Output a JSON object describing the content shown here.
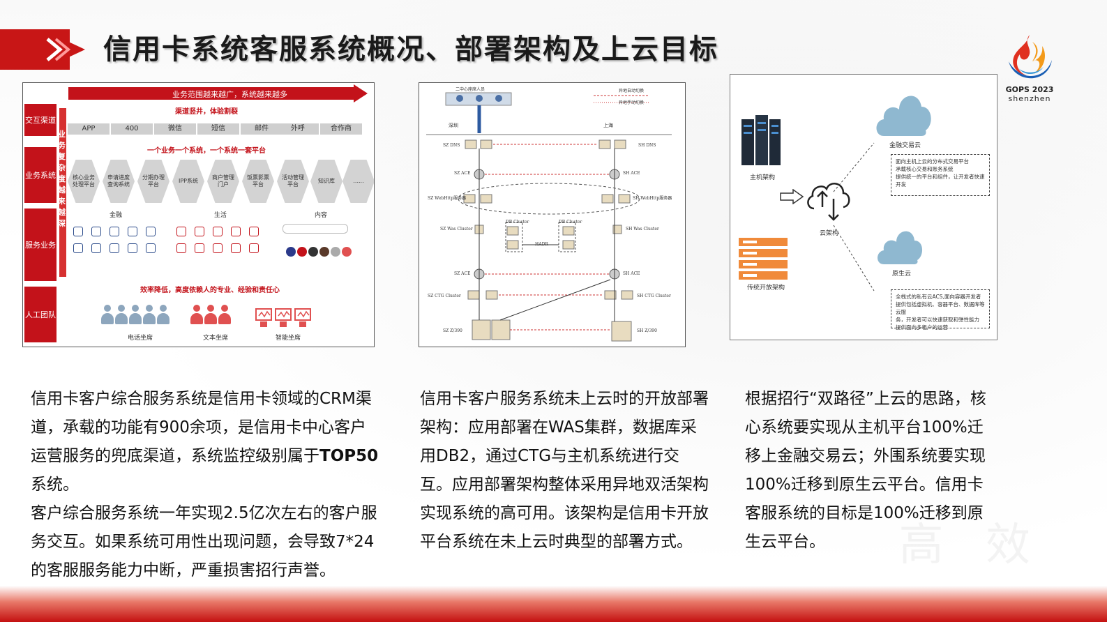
{
  "header": {
    "title": "信用卡系统客服系统概况、部署架构及上云目标"
  },
  "logo": {
    "event": "GOPS 2023",
    "city": "shenzhen"
  },
  "panel1": {
    "top_arrow": "业务范围越来越广，系统越来越多",
    "side_labels": [
      "交互渠道",
      "业务系统",
      "服务业务",
      "人工团队"
    ],
    "vertical_arrow": "业务复杂度越来越深",
    "channel_heading": "渠道竖井，体验割裂",
    "channels": [
      "APP",
      "400",
      "微信",
      "短信",
      "邮件",
      "外呼",
      "合作商"
    ],
    "system_heading": "一个业务一个系统，一个系统一套平台",
    "systems": [
      "核心业务处理平台",
      "申请进度查询系统",
      "分期办理平台",
      "IPP系统",
      "商户管理门户",
      "饭票影票平台",
      "活动管理平台",
      "知识库",
      "......"
    ],
    "groups": [
      "金融",
      "生活",
      "内容"
    ],
    "team_heading": "效率降低，高度依赖人的专业、经验和责任心",
    "teams": [
      "电话坐席",
      "文本坐席",
      "智能坐席"
    ]
  },
  "panel2": {
    "top_label": "二中心座席人员",
    "legend": [
      "异地自动切换",
      "异地手动切换"
    ],
    "sites": [
      "深圳",
      "上海"
    ],
    "nodes_left": [
      "SZ DNS",
      "SZ ACE",
      "SZ WebHttp服务器",
      "SZ Was Cluster",
      "SZ ACE",
      "SZ CTG Cluster",
      "SZ Z/390"
    ],
    "nodes_right": [
      "SH DNS",
      "SH ACE",
      "SH WebHttp服务器",
      "SH Was Cluster",
      "SH ACE",
      "SH CTG Cluster",
      "SH Z/390"
    ],
    "db_labels": [
      "DB Cluster",
      "DB Cluster",
      "HADR"
    ]
  },
  "panel3": {
    "mainframe": "主机架构",
    "open": "传统开放架构",
    "cloud": "云架构",
    "fin_cloud": "金融交易云",
    "native_cloud": "原生云",
    "fin_notes": [
      "面向主机上云的分布式交易平台",
      "承载核心交易和账务系统",
      "提供统一的平台和组件，让开发者快速开发"
    ],
    "native_notes": [
      "全栈式的私有云ACS,面向容器开发者",
      "提供包括虚拟机、容器平台、数据库等云服",
      "务，开发者可以快速获取和弹性能力",
      "提供面向多租户的运营"
    ]
  },
  "columns": {
    "c1_p1_before": "信用卡客户综合服务系统是信用卡领域的CRM渠道，承载的功能有900余项，是信用卡中心客户运营服务的兜底渠道，系统监控级别属于",
    "c1_p1_bold": "TOP50",
    "c1_p1_after": "系统。",
    "c1_p2": "客户综合服务系统一年实现2.5亿次左右的客户服务交互。如果系统可用性出现问题，会导致7*24的客服服务能力中断，严重损害招行声誉。",
    "c2": "信用卡客户服务系统未上云时的开放部署架构：应用部署在WAS集群，数据库采用DB2，通过CTG与主机系统进行交互。应用部署架构整体采用异地双活架构实现系统的高可用。该架构是信用卡开放平台系统在未上云时典型的部署方式。",
    "c3": "根据招行“双路径”上云的思路，核心系统要实现从主机平台100%迁移上金融交易云；外围系统要实现100%迁移到原生云平台。信用卡客服系统的目标是100%迁移到原生云平台。"
  },
  "colors": {
    "brand_red": "#c81616",
    "cloud_blue": "#8fb8d0",
    "text": "#111111"
  }
}
